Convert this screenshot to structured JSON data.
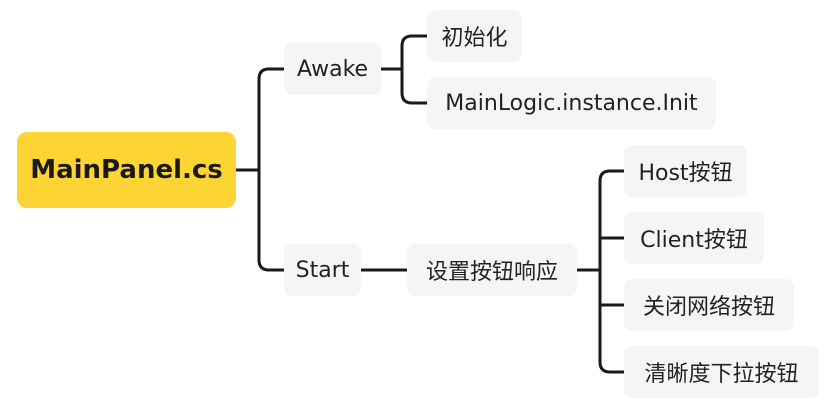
{
  "colors": {
    "root_fill": "#fcd535",
    "node_fill": "#f5f5f5",
    "connector": "#1a1a1a",
    "text": "#222222"
  },
  "mindmap": {
    "root": "MainPanel.cs",
    "branches": [
      {
        "label": "Awake",
        "children": [
          "初始化",
          "MainLogic.instance.Init"
        ]
      },
      {
        "label": "Start",
        "children": [
          {
            "label": "设置按钮响应",
            "children": [
              "Host按钮",
              "Client按钮",
              "关闭网络按钮",
              "清晰度下拉按钮"
            ]
          }
        ]
      }
    ]
  }
}
